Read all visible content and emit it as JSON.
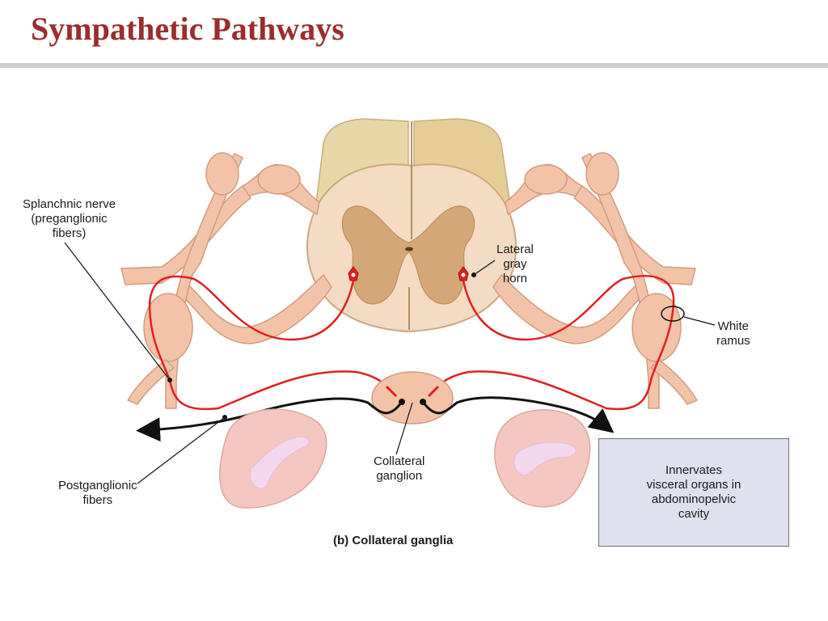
{
  "title": "Sympathetic Pathways",
  "labels": {
    "splanchnic_line1": "Splanchnic nerve",
    "splanchnic_line2": "(preganglionic",
    "splanchnic_line3": "fibers)",
    "lateral_line1": "Lateral",
    "lateral_line2": "gray",
    "lateral_line3": "horn",
    "white_line1": "White",
    "white_line2": "ramus",
    "collateral_line1": "Collateral",
    "collateral_line2": "ganglion",
    "postgang_line1": "Postganglionic",
    "postgang_line2": "fibers"
  },
  "info_box": {
    "line1": "Innervates",
    "line2": "visceral organs in",
    "line3": "abdominopelvic",
    "line4": "cavity"
  },
  "caption": "(b) Collateral ganglia",
  "colors": {
    "title": "#9b2d2d",
    "nerve": "#f2c3a6",
    "nerve_outline": "#d29c7e",
    "cord_white": "#f4dcc0",
    "gray_matter": "#cfa06e",
    "preganglionic": "#e02020",
    "postganglionic": "#111111",
    "organ": "#f4c7c0"
  }
}
